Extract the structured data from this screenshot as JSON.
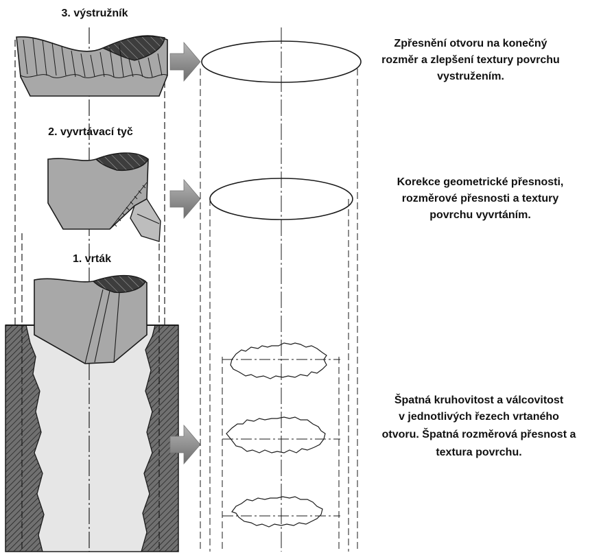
{
  "tools": [
    {
      "label": "3. výstružník"
    },
    {
      "label": "2. vyvrtávací tyč"
    },
    {
      "label": "1. vrták"
    }
  ],
  "descriptions": [
    {
      "lines": [
        "Zpřesnění otvoru na konečný",
        "rozměr a zlepšení textury povrchu",
        "vystružením."
      ]
    },
    {
      "lines": [
        "Korekce geometrické přesnosti,",
        "rozměrové přesnosti a textury",
        "povrchu vyvrtáním."
      ]
    },
    {
      "lines": [
        "Špatná kruhovitost a válcovitost",
        "v jednotlivých řezech vrtaného",
        "otvoru. Špatná rozměrová přesnost a",
        "textura povrchu."
      ]
    }
  ],
  "colors": {
    "tool_fill": "#a6a6a6",
    "workpiece_fill": "#595959",
    "bore_fill": "#e3e3e3",
    "arrow_fill": "#8c8c8c",
    "line": "#1a1a1a"
  }
}
